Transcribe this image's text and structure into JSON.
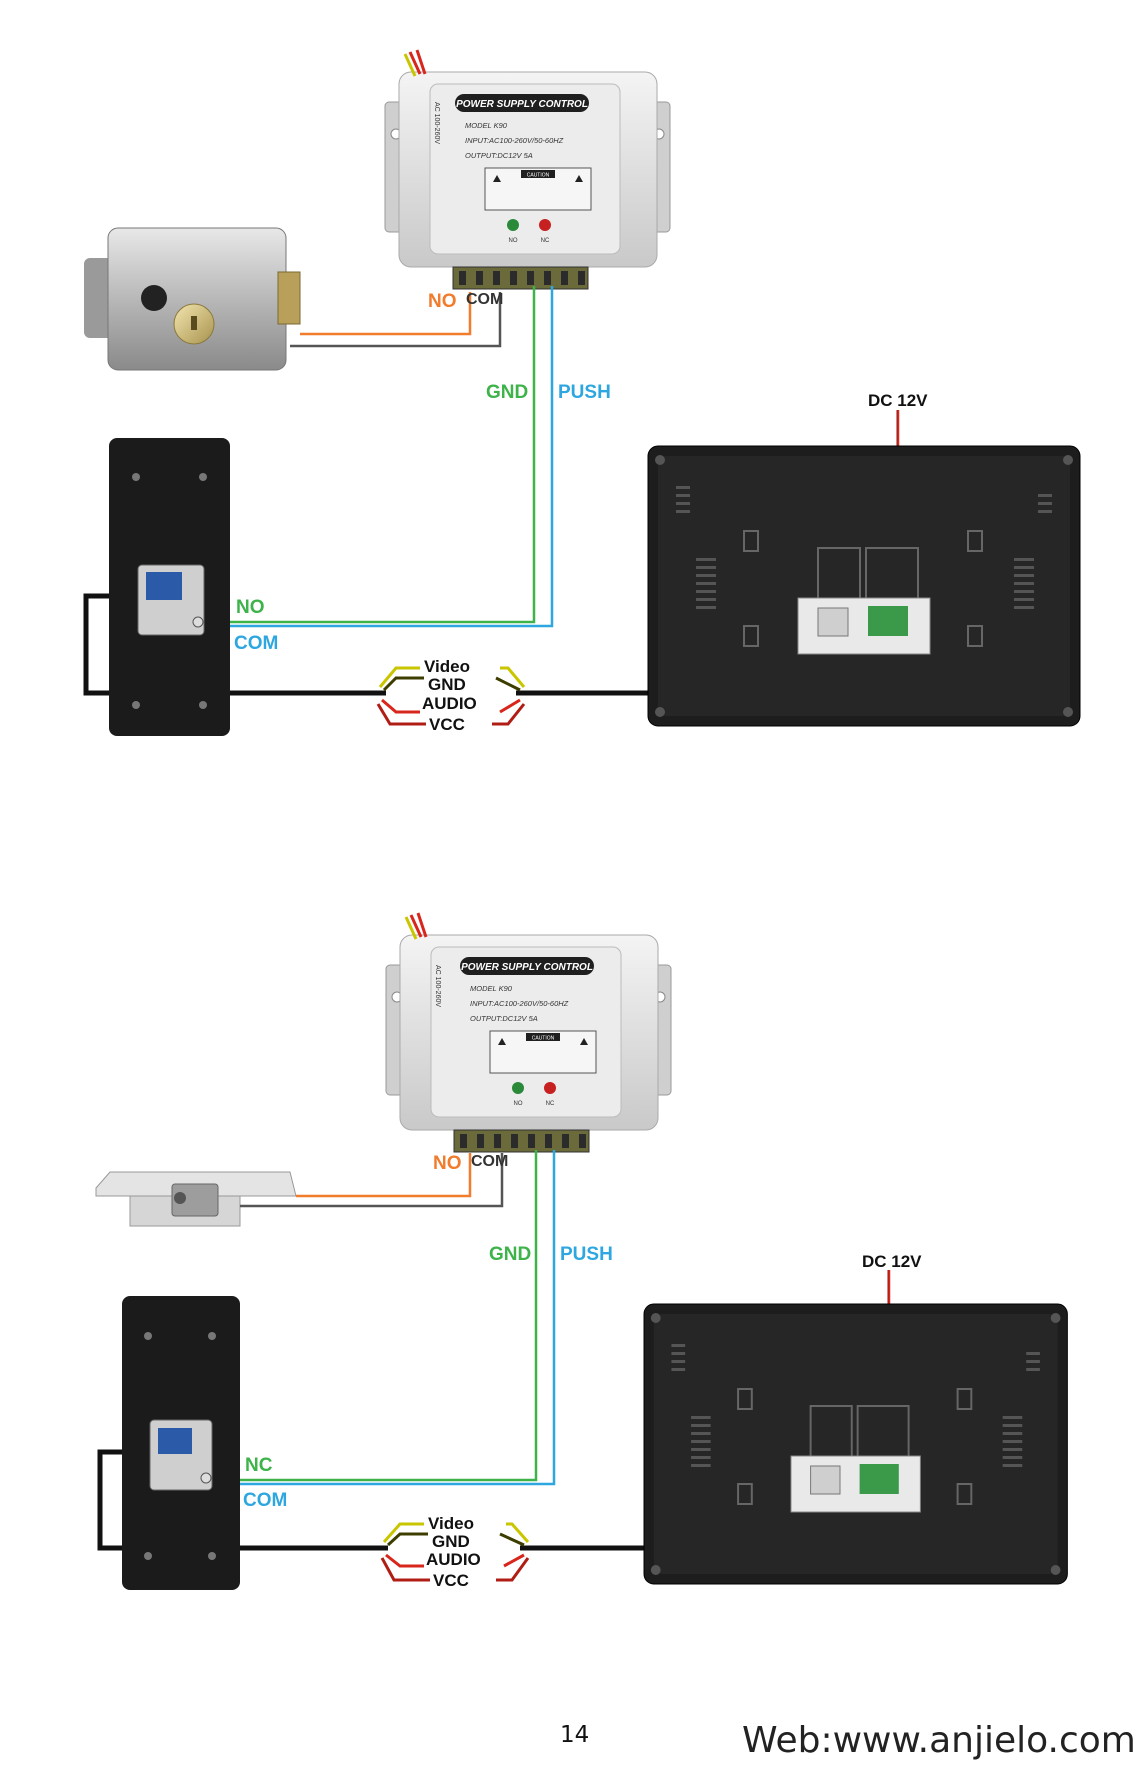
{
  "colors": {
    "orange": "#f07c2c",
    "green": "#3db34a",
    "blue": "#2ea7e0",
    "red": "#d9261c",
    "yellow": "#c9c600",
    "black": "#111111",
    "gray": "#555555"
  },
  "power_supply": {
    "title": "POWER SUPPLY CONTROL",
    "model": "MODEL K90",
    "input": "INPUT:AC100-260V/50-60HZ",
    "output": "OUTPUT:DC12V 5A",
    "side_label": "AC 100-260V",
    "caution": "CAUTION",
    "led_no": "NO",
    "led_nc": "NC"
  },
  "diagram1": {
    "lock_type": "electric-rim-lock",
    "psu_no": "NO",
    "psu_com": "COM",
    "gnd": "GND",
    "push": "PUSH",
    "dc": "DC 12V",
    "exit_terminal_1": "NO",
    "exit_terminal_2": "COM",
    "cable": [
      "Video",
      "GND",
      "AUDIO",
      "VCC"
    ]
  },
  "diagram2": {
    "lock_type": "electric-strike",
    "psu_no": "NO",
    "psu_com": "COM",
    "gnd": "GND",
    "push": "PUSH",
    "dc": "DC 12V",
    "exit_terminal_1": "NC",
    "exit_terminal_2": "COM",
    "cable": [
      "Video",
      "GND",
      "AUDIO",
      "VCC"
    ]
  },
  "footer": {
    "page_number": "14",
    "website": "Web:www.anjielo.com"
  }
}
